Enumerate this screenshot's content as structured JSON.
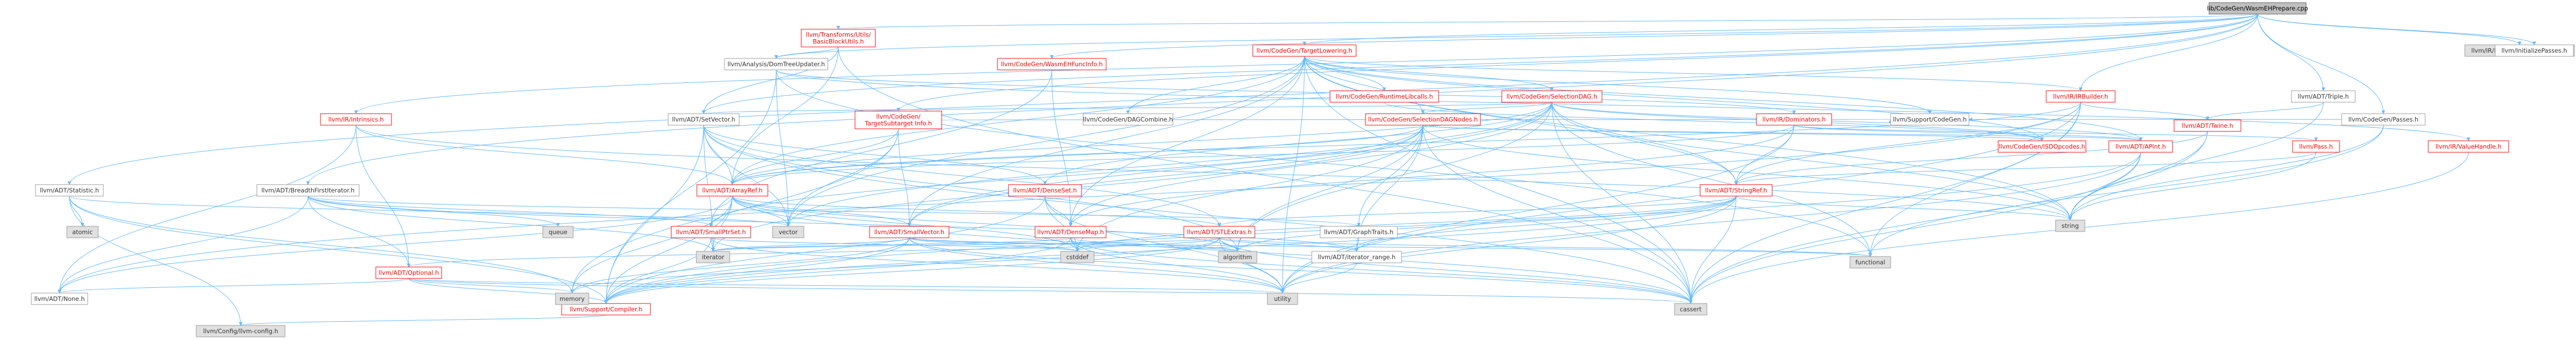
{
  "colors": {
    "edge": "#63b8ff",
    "root_fill": "#bfbfbf",
    "root_border": "#666666",
    "doc_fill": "#ffffff",
    "doc_border": "#ff0000",
    "doc_text": "#ff0000",
    "plain_fill": "#ffffff",
    "plain_border": "#999999",
    "plain_text": "#333333",
    "ext_fill": "#e0e0e0",
    "ext_border": "#999999",
    "ext_text": "#333333"
  },
  "diagram": {
    "nodes": [
      {
        "id": "root",
        "kind": "root",
        "label": "lib/CodeGen/WasmEHPrepare.cpp"
      },
      {
        "id": "statistic",
        "kind": "plain",
        "label": "llvm/ADT/Statistic.h"
      },
      {
        "id": "bfi",
        "kind": "plain",
        "label": "llvm/ADT/BreadthFirstIterator.h"
      },
      {
        "id": "transforms_bbutils",
        "kind": "doc",
        "label": "llvm/Transforms/Utils/BasicBlockUtils.h"
      },
      {
        "id": "intrinsics",
        "kind": "doc",
        "label": "llvm/IR/Intrinsics.h"
      },
      {
        "id": "domtreeupdater",
        "kind": "plain",
        "label": "llvm/Analysis/DomTreeUpdater.h"
      },
      {
        "id": "setvector",
        "kind": "plain",
        "label": "llvm/ADT/SetVector.h"
      },
      {
        "id": "tsi",
        "kind": "doc",
        "label": "llvm/CodeGen/TargetSubtarget Info.h"
      },
      {
        "id": "wasmehfuncinfo",
        "kind": "doc",
        "label": "llvm/CodeGen/WasmEHFuncInfo.h"
      },
      {
        "id": "targetlowering",
        "kind": "doc",
        "label": "llvm/CodeGen/TargetLowering.h"
      },
      {
        "id": "dagcombine",
        "kind": "plain",
        "label": "llvm/CodeGen/DAGCombine.h"
      },
      {
        "id": "runtimelibcalls",
        "kind": "doc",
        "label": "llvm/CodeGen/RuntimeLibcalls.h"
      },
      {
        "id": "selectiondag",
        "kind": "doc",
        "label": "llvm/CodeGen/SelectionDAG.h"
      },
      {
        "id": "selectiondagnodes",
        "kind": "doc",
        "label": "llvm/CodeGen/SelectionDAGNodes.h"
      },
      {
        "id": "irbuilder",
        "kind": "doc",
        "label": "llvm/IR/IRBuilder.h"
      },
      {
        "id": "dominators",
        "kind": "doc",
        "label": "llvm/IR/Dominators.h"
      },
      {
        "id": "support_codegen",
        "kind": "plain",
        "label": "llvm/Support/CodeGen.h"
      },
      {
        "id": "isdopcodes",
        "kind": "doc",
        "label": "llvm/CodeGen/ISDOpcodes.h"
      },
      {
        "id": "apint",
        "kind": "doc",
        "label": "llvm/ADT/APInt.h"
      },
      {
        "id": "triple",
        "kind": "plain",
        "label": "llvm/ADT/Triple.h"
      },
      {
        "id": "twine",
        "kind": "doc",
        "label": "llvm/ADT/Twine.h"
      },
      {
        "id": "pass",
        "kind": "doc",
        "label": "llvm/Pass.h"
      },
      {
        "id": "codegen_passes",
        "kind": "plain",
        "label": "llvm/CodeGen/Passes.h"
      },
      {
        "id": "valuehandle",
        "kind": "doc",
        "label": "llvm/IR/ValueHandle.h"
      },
      {
        "id": "intrinsicswasm",
        "kind": "ext",
        "label": "llvm/IR/IntrinsicsWebAssembly.h"
      },
      {
        "id": "initpasses",
        "kind": "plain",
        "label": "llvm/InitializePasses.h"
      },
      {
        "id": "arrayref",
        "kind": "doc",
        "label": "llvm/ADT/ArrayRef.h"
      },
      {
        "id": "denseset",
        "kind": "doc",
        "label": "llvm/ADT/DenseSet.h"
      },
      {
        "id": "stringref",
        "kind": "doc",
        "label": "llvm/ADT/StringRef.h"
      },
      {
        "id": "smallptrset",
        "kind": "doc",
        "label": "llvm/ADT/SmallPtrSet.h"
      },
      {
        "id": "smallvector",
        "kind": "doc",
        "label": "llvm/ADT/SmallVector.h"
      },
      {
        "id": "densemap",
        "kind": "doc",
        "label": "llvm/ADT/DenseMap.h"
      },
      {
        "id": "stlextras",
        "kind": "doc",
        "label": "llvm/ADT/STLExtras.h"
      },
      {
        "id": "graphtraits",
        "kind": "plain",
        "label": "llvm/ADT/GraphTraits.h"
      },
      {
        "id": "iterator_range",
        "kind": "plain",
        "label": "llvm/ADT/iterator_range.h"
      },
      {
        "id": "optional",
        "kind": "doc",
        "label": "llvm/ADT/Optional.h"
      },
      {
        "id": "none",
        "kind": "plain",
        "label": "llvm/ADT/None.h"
      },
      {
        "id": "compiler",
        "kind": "doc",
        "label": "llvm/Support/Compiler.h"
      },
      {
        "id": "config",
        "kind": "ext",
        "label": "llvm/Config/llvm-config.h"
      },
      {
        "id": "atomic",
        "kind": "ext",
        "label": "atomic"
      },
      {
        "id": "queue",
        "kind": "ext",
        "label": "queue"
      },
      {
        "id": "vector",
        "kind": "ext",
        "label": "vector"
      },
      {
        "id": "memory",
        "kind": "ext",
        "label": "memory"
      },
      {
        "id": "iterator",
        "kind": "ext",
        "label": "iterator"
      },
      {
        "id": "cstddef",
        "kind": "ext",
        "label": "cstddef"
      },
      {
        "id": "algorithm",
        "kind": "ext",
        "label": "algorithm"
      },
      {
        "id": "utility",
        "kind": "ext",
        "label": "utility"
      },
      {
        "id": "cassert",
        "kind": "ext",
        "label": "cassert"
      },
      {
        "id": "functional",
        "kind": "ext",
        "label": "functional"
      },
      {
        "id": "string",
        "kind": "ext",
        "label": "string"
      }
    ],
    "edges": [
      [
        "root",
        "statistic"
      ],
      [
        "root",
        "bfi"
      ],
      [
        "root",
        "transforms_bbutils"
      ],
      [
        "root",
        "intrinsics"
      ],
      [
        "root",
        "domtreeupdater"
      ],
      [
        "root",
        "setvector"
      ],
      [
        "root",
        "tsi"
      ],
      [
        "root",
        "wasmehfuncinfo"
      ],
      [
        "root",
        "targetlowering"
      ],
      [
        "root",
        "codegen_passes"
      ],
      [
        "root",
        "triple"
      ],
      [
        "root",
        "intrinsicswasm"
      ],
      [
        "root",
        "initpasses"
      ],
      [
        "root",
        "irbuilder"
      ],
      [
        "statistic",
        "atomic"
      ],
      [
        "statistic",
        "memory"
      ],
      [
        "statistic",
        "vector"
      ],
      [
        "statistic",
        "compiler"
      ],
      [
        "statistic",
        "config"
      ],
      [
        "bfi",
        "queue"
      ],
      [
        "bfi",
        "iterator"
      ],
      [
        "bfi",
        "none"
      ],
      [
        "bfi",
        "optional"
      ],
      [
        "bfi",
        "smallptrset"
      ],
      [
        "bfi",
        "graphtraits"
      ],
      [
        "bfi",
        "iterator_range"
      ],
      [
        "transforms_bbutils",
        "arrayref"
      ],
      [
        "transforms_bbutils",
        "setvector"
      ],
      [
        "transforms_bbutils",
        "domtreeupdater"
      ],
      [
        "transforms_bbutils",
        "cassert"
      ],
      [
        "intrinsics",
        "arrayref"
      ],
      [
        "intrinsics",
        "none"
      ],
      [
        "intrinsics",
        "optional"
      ],
      [
        "intrinsics",
        "string"
      ],
      [
        "domtreeupdater",
        "dominators"
      ],
      [
        "domtreeupdater",
        "valuehandle"
      ],
      [
        "domtreeupdater",
        "compiler"
      ],
      [
        "domtreeupdater",
        "vector"
      ],
      [
        "domtreeupdater",
        "functional"
      ],
      [
        "setvector",
        "arrayref"
      ],
      [
        "setvector",
        "denseset"
      ],
      [
        "setvector",
        "stlextras"
      ],
      [
        "setvector",
        "compiler"
      ],
      [
        "setvector",
        "algorithm"
      ],
      [
        "setvector",
        "cassert"
      ],
      [
        "setvector",
        "iterator"
      ],
      [
        "setvector",
        "vector"
      ],
      [
        "tsi",
        "arrayref"
      ],
      [
        "tsi",
        "smallvector"
      ],
      [
        "tsi",
        "support_codegen"
      ],
      [
        "tsi",
        "vector"
      ],
      [
        "tsi",
        "memory"
      ],
      [
        "wasmehfuncinfo",
        "densemap"
      ],
      [
        "wasmehfuncinfo",
        "smallptrset"
      ],
      [
        "targetlowering",
        "apint"
      ],
      [
        "targetlowering",
        "arrayref"
      ],
      [
        "targetlowering",
        "densemap"
      ],
      [
        "targetlowering",
        "smallvector"
      ],
      [
        "targetlowering",
        "stringref"
      ],
      [
        "targetlowering",
        "dagcombine"
      ],
      [
        "targetlowering",
        "isdopcodes"
      ],
      [
        "targetlowering",
        "runtimelibcalls"
      ],
      [
        "targetlowering",
        "selectiondag"
      ],
      [
        "targetlowering",
        "selectiondagnodes"
      ],
      [
        "targetlowering",
        "irbuilder"
      ],
      [
        "targetlowering",
        "support_codegen"
      ],
      [
        "targetlowering",
        "string"
      ],
      [
        "targetlowering",
        "vector"
      ],
      [
        "targetlowering",
        "utility"
      ],
      [
        "targetlowering",
        "cassert"
      ],
      [
        "runtimelibcalls",
        "isdopcodes"
      ],
      [
        "selectiondag",
        "apint"
      ],
      [
        "selectiondag",
        "arrayref"
      ],
      [
        "selectiondag",
        "densemap"
      ],
      [
        "selectiondag",
        "denseset"
      ],
      [
        "selectiondag",
        "setvector"
      ],
      [
        "selectiondag",
        "smallvector"
      ],
      [
        "selectiondag",
        "stringref"
      ],
      [
        "selectiondag",
        "selectiondagnodes"
      ],
      [
        "selectiondag",
        "isdopcodes"
      ],
      [
        "selectiondag",
        "functional"
      ],
      [
        "selectiondag",
        "string"
      ],
      [
        "selectiondag",
        "vector"
      ],
      [
        "selectiondag",
        "algorithm"
      ],
      [
        "selectiondag",
        "cassert"
      ],
      [
        "selectiondagnodes",
        "apint"
      ],
      [
        "selectiondagnodes",
        "arrayref"
      ],
      [
        "selectiondagnodes",
        "graphtraits"
      ],
      [
        "selectiondagnodes",
        "smallptrset"
      ],
      [
        "selectiondagnodes",
        "smallvector"
      ],
      [
        "selectiondagnodes",
        "iterator_range"
      ],
      [
        "selectiondagnodes",
        "isdopcodes"
      ],
      [
        "selectiondagnodes",
        "algorithm"
      ],
      [
        "selectiondagnodes",
        "cassert"
      ],
      [
        "selectiondagnodes",
        "iterator"
      ],
      [
        "selectiondagnodes",
        "string"
      ],
      [
        "selectiondagnodes",
        "cstddef"
      ],
      [
        "irbuilder",
        "arrayref"
      ],
      [
        "irbuilder",
        "none"
      ],
      [
        "irbuilder",
        "stringref"
      ],
      [
        "irbuilder",
        "twine"
      ],
      [
        "irbuilder",
        "cassert"
      ],
      [
        "irbuilder",
        "functional"
      ],
      [
        "irbuilder",
        "utility"
      ],
      [
        "dominators",
        "apint"
      ],
      [
        "dominators",
        "arrayref"
      ],
      [
        "dominators",
        "densemap"
      ],
      [
        "dominators",
        "stringref"
      ],
      [
        "dominators",
        "pass"
      ],
      [
        "dominators",
        "utility"
      ],
      [
        "apint",
        "compiler"
      ],
      [
        "apint",
        "cassert"
      ],
      [
        "apint",
        "string"
      ],
      [
        "apint",
        "utility"
      ],
      [
        "triple",
        "twine"
      ],
      [
        "triple",
        "string"
      ],
      [
        "twine",
        "stringref"
      ],
      [
        "twine",
        "cassert"
      ],
      [
        "twine",
        "string"
      ],
      [
        "pass",
        "stringref"
      ],
      [
        "pass",
        "string"
      ],
      [
        "codegen_passes",
        "support_codegen"
      ],
      [
        "codegen_passes",
        "functional"
      ],
      [
        "codegen_passes",
        "string"
      ],
      [
        "valuehandle",
        "cassert"
      ],
      [
        "arrayref",
        "none"
      ],
      [
        "arrayref",
        "smallvector"
      ],
      [
        "arrayref",
        "stlextras"
      ],
      [
        "arrayref",
        "compiler"
      ],
      [
        "arrayref",
        "algorithm"
      ],
      [
        "arrayref",
        "cassert"
      ],
      [
        "arrayref",
        "cstddef"
      ],
      [
        "arrayref",
        "iterator"
      ],
      [
        "arrayref",
        "memory"
      ],
      [
        "arrayref",
        "vector"
      ],
      [
        "denseset",
        "densemap"
      ],
      [
        "denseset",
        "compiler"
      ],
      [
        "denseset",
        "cstddef"
      ],
      [
        "denseset",
        "utility"
      ],
      [
        "stringref",
        "stlextras"
      ],
      [
        "stringref",
        "iterator_range"
      ],
      [
        "stringref",
        "compiler"
      ],
      [
        "stringref",
        "algorithm"
      ],
      [
        "stringref",
        "cassert"
      ],
      [
        "stringref",
        "cstddef"
      ],
      [
        "stringref",
        "string"
      ],
      [
        "stringref",
        "utility"
      ],
      [
        "smallptrset",
        "compiler"
      ],
      [
        "smallptrset",
        "cstddef"
      ],
      [
        "smallptrset",
        "iterator"
      ],
      [
        "smallptrset",
        "utility"
      ],
      [
        "smallvector",
        "compiler"
      ],
      [
        "smallvector",
        "algorithm"
      ],
      [
        "smallvector",
        "cassert"
      ],
      [
        "smallvector",
        "cstddef"
      ],
      [
        "smallvector",
        "functional"
      ],
      [
        "smallvector",
        "iterator"
      ],
      [
        "smallvector",
        "memory"
      ],
      [
        "smallvector",
        "utility"
      ],
      [
        "densemap",
        "compiler"
      ],
      [
        "densemap",
        "algorithm"
      ],
      [
        "densemap",
        "cassert"
      ],
      [
        "densemap",
        "cstddef"
      ],
      [
        "densemap",
        "iterator"
      ],
      [
        "densemap",
        "utility"
      ],
      [
        "stlextras",
        "optional"
      ],
      [
        "stlextras",
        "iterator_range"
      ],
      [
        "stlextras",
        "compiler"
      ],
      [
        "stlextras",
        "algorithm"
      ],
      [
        "stlextras",
        "cassert"
      ],
      [
        "stlextras",
        "cstddef"
      ],
      [
        "stlextras",
        "functional"
      ],
      [
        "stlextras",
        "iterator"
      ],
      [
        "stlextras",
        "memory"
      ],
      [
        "stlextras",
        "utility"
      ],
      [
        "graphtraits",
        "iterator_range"
      ],
      [
        "iterator_range",
        "utility"
      ],
      [
        "optional",
        "none"
      ],
      [
        "optional",
        "compiler"
      ],
      [
        "optional",
        "cassert"
      ],
      [
        "optional",
        "memory"
      ],
      [
        "optional",
        "utility"
      ],
      [
        "compiler",
        "config"
      ]
    ]
  }
}
